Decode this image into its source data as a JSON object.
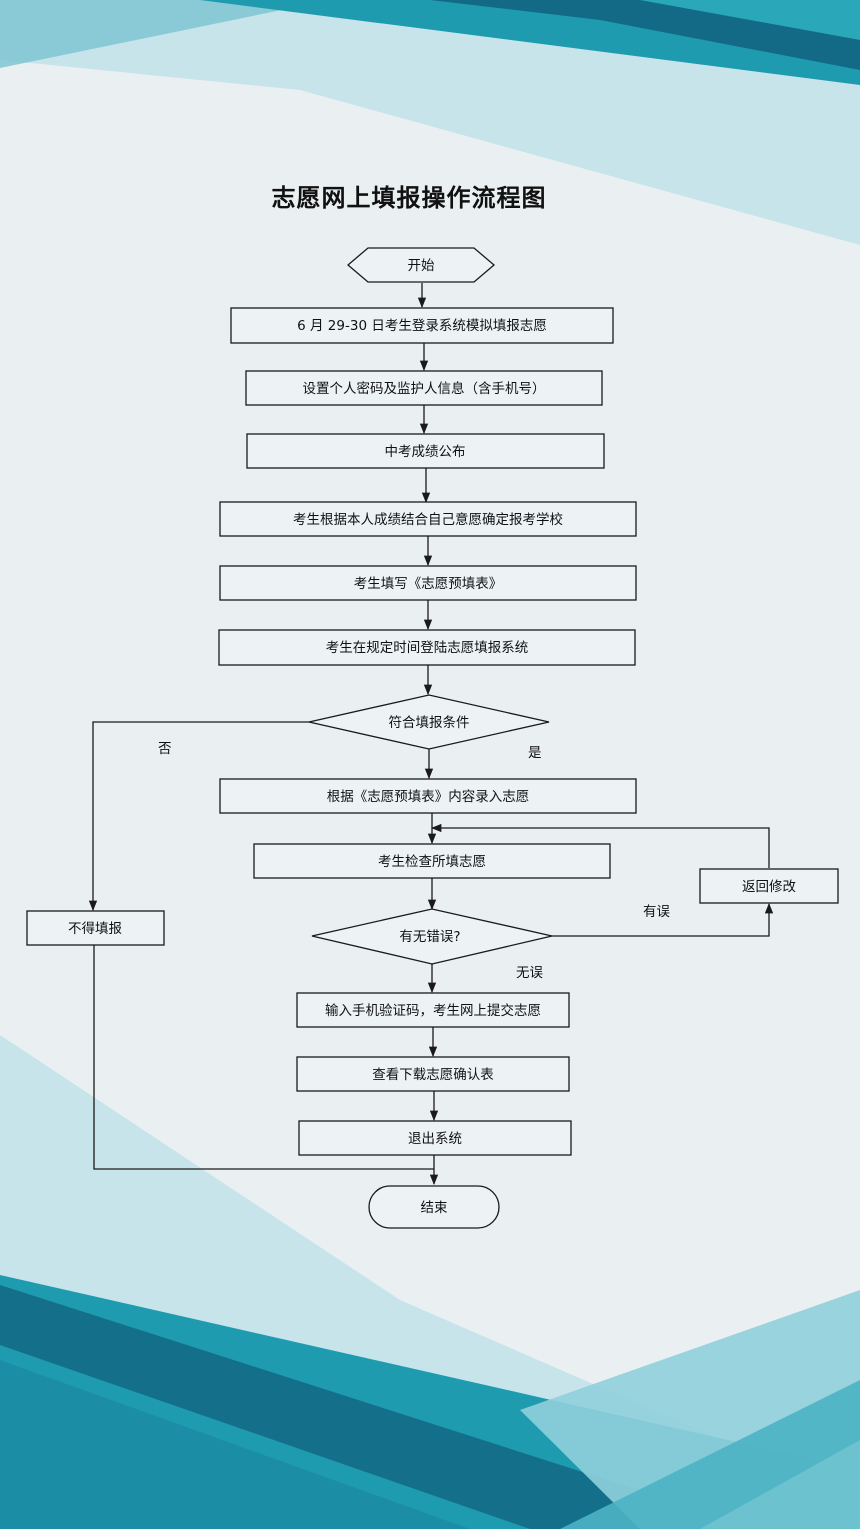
{
  "title": "志愿网上填报操作流程图",
  "nodes": {
    "start": "开始",
    "step1": "6 月 29-30 日考生登录系统模拟填报志愿",
    "step2": "设置个人密码及监护人信息（含手机号）",
    "step3": "中考成绩公布",
    "step4": "考生根据本人成绩结合自己意愿确定报考学校",
    "step5": "考生填写《志愿预填表》",
    "step6": "考生在规定时间登陆志愿填报系统",
    "decision1": "符合填报条件",
    "step7": "根据《志愿预填表》内容录入志愿",
    "step8": "考生检查所填志愿",
    "decision2": "有无错误?",
    "return": "返回修改",
    "reject": "不得填报",
    "step9": "输入手机验证码，考生网上提交志愿",
    "step10": "查看下载志愿确认表",
    "step11": "退出系统",
    "end": "结束"
  },
  "edge_labels": {
    "no": "否",
    "yes": "是",
    "has_error": "有误",
    "no_error": "无误"
  },
  "colors": {
    "background": "#eaf0f2",
    "teal_dark": "#136a86",
    "teal": "#1f9bb0",
    "teal_light": "#8fcfdc",
    "teal_pale": "#c4e3ea"
  }
}
